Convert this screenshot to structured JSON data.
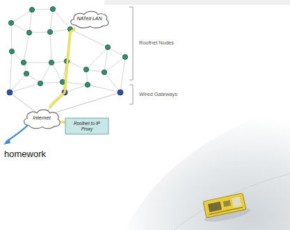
{
  "diagram": {
    "nodes": [
      {
        "text": [
          "NATed LAN"
        ]
      },
      {
        "text": [
          "Internet"
        ]
      },
      {
        "text": [
          "Roofnet to IP Proxy"
        ]
      }
    ],
    "edges": [
      {
        "from": 0,
        "to": 1,
        "arrow": "none"
      },
      {
        "from": 1,
        "to": 2,
        "arrow": "none"
      }
    ],
    "labels": [
      "Roofnet Nodes",
      "Wired Gateways",
      "homework"
    ]
  }
}
